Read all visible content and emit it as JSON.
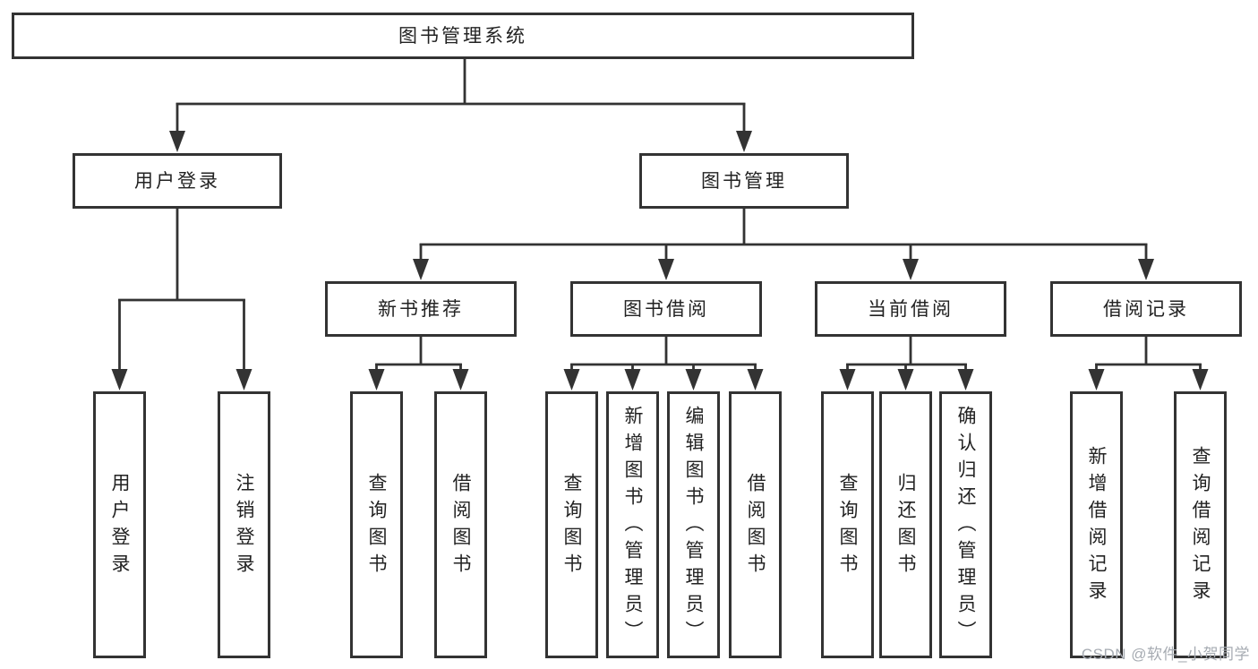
{
  "tree": {
    "root": {
      "label": "图书管理系统"
    },
    "login": {
      "label": "用户登录",
      "children": [
        {
          "label": "用户登录"
        },
        {
          "label": "注销登录"
        }
      ]
    },
    "mgmt": {
      "label": "图书管理",
      "sections": [
        {
          "label": "新书推荐",
          "children": [
            {
              "label": "查询图书"
            },
            {
              "label": "借阅图书"
            }
          ]
        },
        {
          "label": "图书借阅",
          "children": [
            {
              "label": "查询图书"
            },
            {
              "label": "新增图书（管理员）"
            },
            {
              "label": "编辑图书（管理员）"
            },
            {
              "label": "借阅图书"
            }
          ]
        },
        {
          "label": "当前借阅",
          "children": [
            {
              "label": "查询图书"
            },
            {
              "label": "归还图书"
            },
            {
              "label": "确认归还（管理员）"
            }
          ]
        },
        {
          "label": "借阅记录",
          "children": [
            {
              "label": "新增借阅记录"
            },
            {
              "label": "查询借阅记录"
            }
          ]
        }
      ]
    }
  },
  "watermark": {
    "text": "CSDN @软件_小贺同学"
  },
  "colors": {
    "line": "#333333",
    "box_border": "#333333",
    "text": "#222222",
    "background": "#ffffff",
    "watermark": "#a6abb2"
  }
}
